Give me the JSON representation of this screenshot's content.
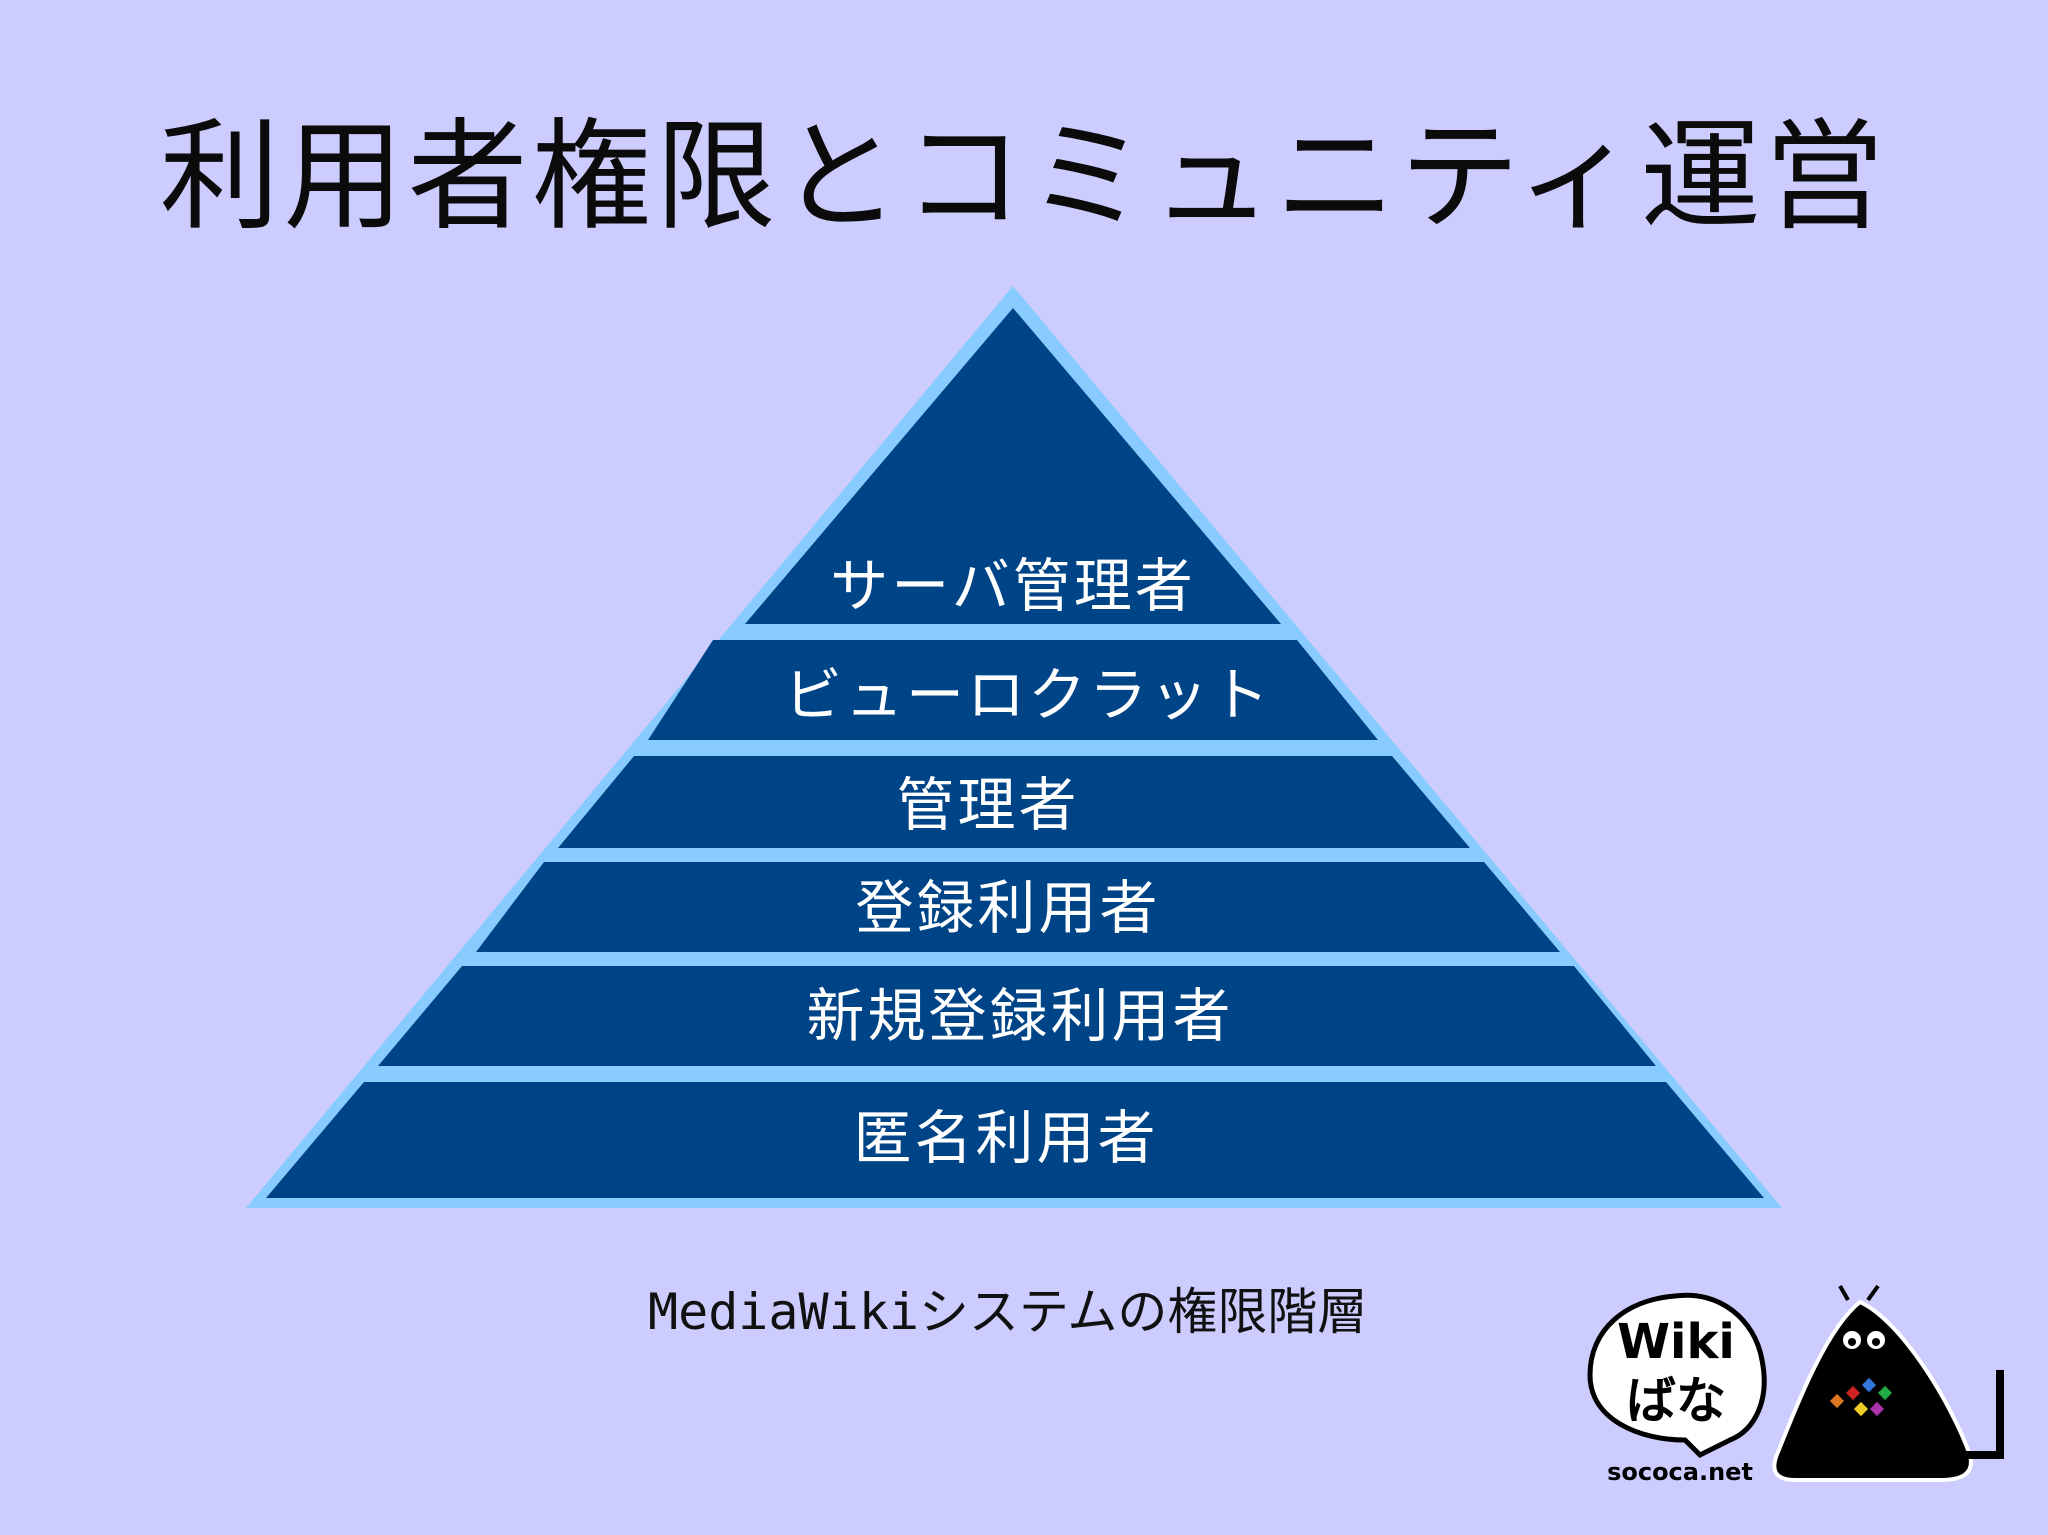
{
  "title": "利用者権限とコミュニティ運営",
  "pyramid": {
    "levels": [
      "サーバ管理者",
      "ビューロクラット",
      "管理者",
      "登録利用者",
      "新規登録利用者",
      "匿名利用者"
    ]
  },
  "caption": "MediaWikiシステムの権限階層",
  "logo": {
    "wiki_text": "Wiki",
    "bana_text": "ばな",
    "site_text": "sococa.net"
  },
  "colors": {
    "background": "#ccccff",
    "level_fill": "#004488",
    "outline": "#88ccff",
    "label_text": "#ffffff"
  }
}
